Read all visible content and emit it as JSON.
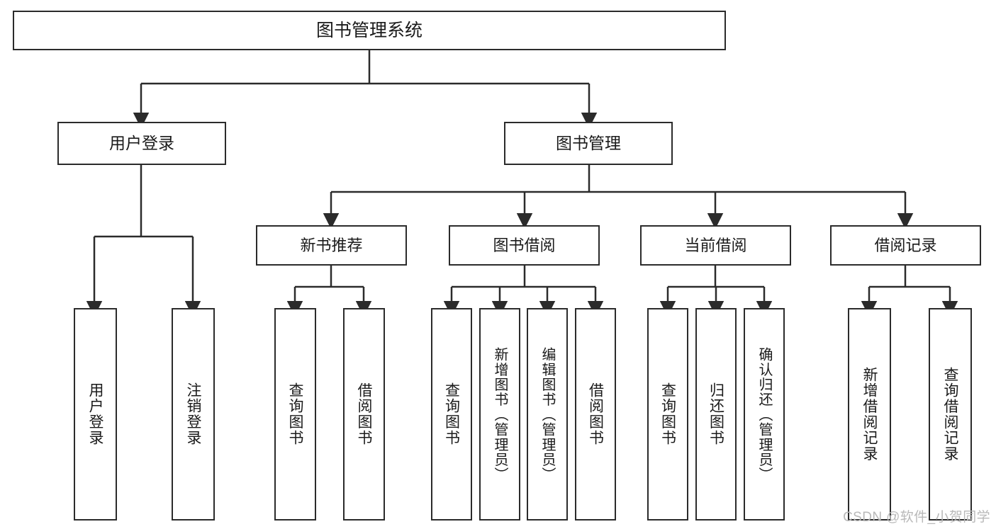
{
  "diagram": {
    "title": "图书管理系统",
    "watermark": "CSDN @软件_小贺同学",
    "colors": {
      "stroke": "#2b2b2b",
      "fill": "#ffffff",
      "text": "#1a1a1a",
      "watermark": "#b9b9b9"
    },
    "nodes": {
      "root": {
        "label": "图书管理系统"
      },
      "level2": [
        {
          "id": "user-login",
          "label": "用户登录"
        },
        {
          "id": "book-management",
          "label": "图书管理"
        }
      ],
      "level3": [
        {
          "id": "new-book-recommend",
          "label": "新书推荐"
        },
        {
          "id": "book-borrow",
          "label": "图书借阅"
        },
        {
          "id": "current-borrow",
          "label": "当前借阅"
        },
        {
          "id": "borrow-record",
          "label": "借阅记录"
        }
      ],
      "leaves": {
        "user_login": [
          {
            "id": "leaf-user-login",
            "label": "用户登录"
          },
          {
            "id": "leaf-logout",
            "label": "注销登录"
          }
        ],
        "new_book_recommend": [
          {
            "id": "leaf-query-book-1",
            "label": "查询图书"
          },
          {
            "id": "leaf-borrow-book-1",
            "label": "借阅图书"
          }
        ],
        "book_borrow": [
          {
            "id": "leaf-query-book-2",
            "label": "查询图书"
          },
          {
            "id": "leaf-add-book",
            "label": "新增图书（管理员）"
          },
          {
            "id": "leaf-edit-book",
            "label": "编辑图书（管理员）"
          },
          {
            "id": "leaf-borrow-book-2",
            "label": "借阅图书"
          }
        ],
        "current_borrow": [
          {
            "id": "leaf-query-book-3",
            "label": "查询图书"
          },
          {
            "id": "leaf-return-book",
            "label": "归还图书"
          },
          {
            "id": "leaf-confirm-return",
            "label": "确认归还（管理员）"
          }
        ],
        "borrow_record": [
          {
            "id": "leaf-add-record",
            "label": "新增借阅记录"
          },
          {
            "id": "leaf-query-record",
            "label": "查询借阅记录"
          }
        ]
      }
    }
  }
}
